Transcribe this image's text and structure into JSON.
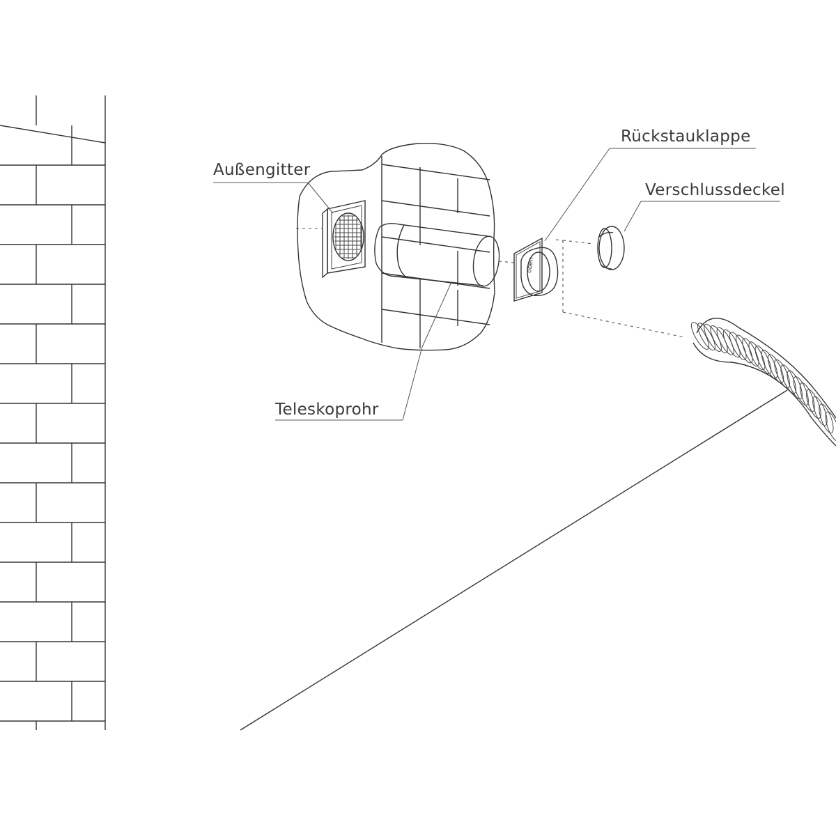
{
  "labels": {
    "outer_grille": "Außengitter",
    "backdraft_flap": "Rückstauklappe",
    "closing_cap": "Verschlussdeckel",
    "telescopic_pipe": "Teleskoprohr"
  },
  "flap_marking": "oben"
}
